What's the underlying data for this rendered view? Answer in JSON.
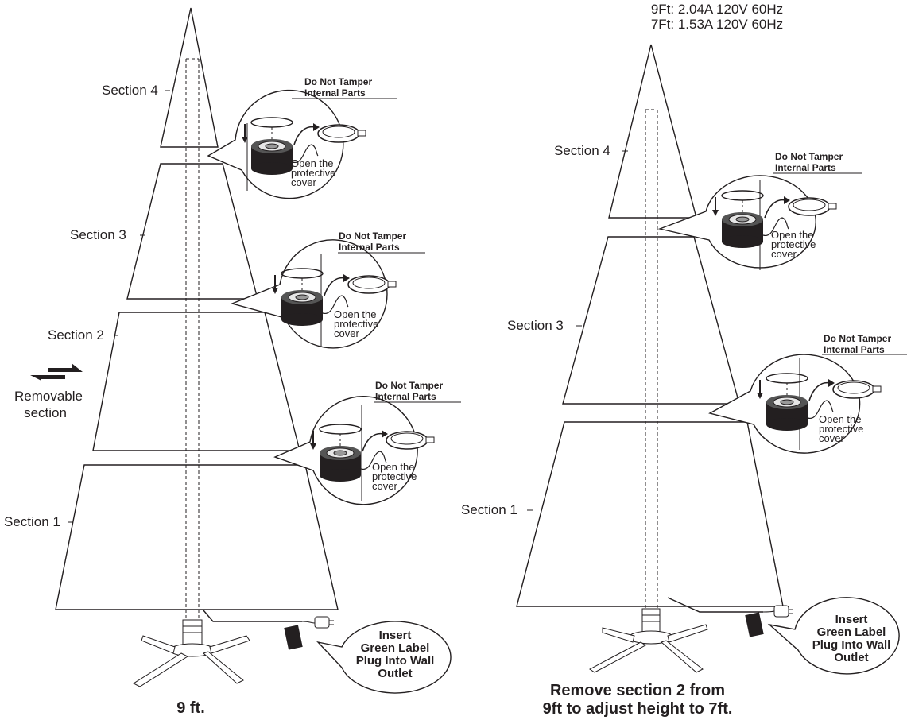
{
  "rating": {
    "line_9ft": "9Ft: 2.04A 120V 60Hz",
    "line_7ft": "7Ft: 1.53A 120V 60Hz"
  },
  "tree_9ft": {
    "sections": [
      "Section 4",
      "Section 3",
      "Section 2",
      "Section 1"
    ],
    "removable_label_line1": "Removable",
    "removable_label_line2": "section",
    "caption": "9 ft.",
    "notes": [
      {
        "title_line1": "Do Not Tamper",
        "title_line2": "Internal Parts",
        "cover_line1": "Open the",
        "cover_line2": "protective",
        "cover_line3": "cover"
      },
      {
        "title_line1": "Do Not Tamper",
        "title_line2": "Internal Parts",
        "cover_line1": "Open the",
        "cover_line2": "protective",
        "cover_line3": "cover"
      },
      {
        "title_line1": "Do Not Tamper",
        "title_line2": "Internal Parts",
        "cover_line1": "Open the",
        "cover_line2": "protective",
        "cover_line3": "cover"
      }
    ],
    "plug_note": [
      "Insert",
      "Green Label",
      "Plug Into Wall",
      "Outlet"
    ]
  },
  "tree_7ft": {
    "sections": [
      "Section 4",
      "Section 3",
      "Section 1"
    ],
    "caption_line1": "Remove section 2 from",
    "caption_line2": "9ft to adjust height to 7ft.",
    "notes": [
      {
        "title_line1": "Do Not Tamper",
        "title_line2": "Internal Parts",
        "cover_line1": "Open the",
        "cover_line2": "protective",
        "cover_line3": "cover"
      },
      {
        "title_line1": "Do Not Tamper",
        "title_line2": "Internal Parts",
        "cover_line1": "Open the",
        "cover_line2": "protective",
        "cover_line3": "cover"
      }
    ],
    "plug_note": [
      "Insert",
      "Green Label",
      "Plug Into Wall",
      "Outlet"
    ]
  },
  "colors": {
    "line": "#231f20",
    "background": "#ffffff"
  }
}
